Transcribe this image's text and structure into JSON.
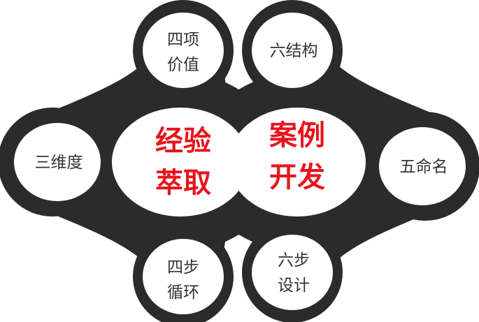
{
  "colors": {
    "ring": "#2b2b2b",
    "node_fill": "#ffffff",
    "node_text": "#333333",
    "center_text": "#e8141c"
  },
  "center": {
    "left": {
      "line1": "经验",
      "line2": "萃取"
    },
    "right": {
      "line1": "案例",
      "line2": "开发"
    }
  },
  "nodes": {
    "top_left": {
      "line1": "四项",
      "line2": "价值"
    },
    "left": {
      "line1": "三维度"
    },
    "bottom_left": {
      "line1": "四步",
      "line2": "循环"
    },
    "top_right": {
      "line1": "六结构"
    },
    "right": {
      "line1": "五命名"
    },
    "bottom_right": {
      "line1": "六步",
      "line2": "设计"
    }
  }
}
